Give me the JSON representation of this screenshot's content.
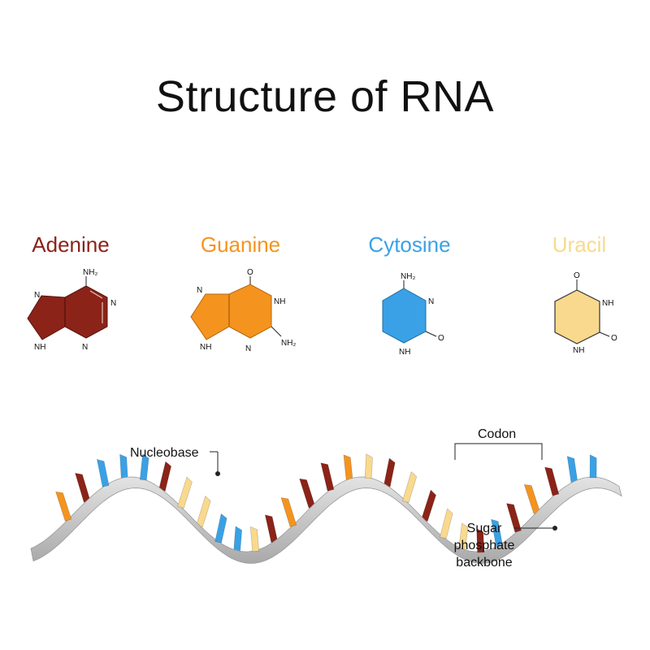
{
  "title": "Structure of RNA",
  "bases": [
    {
      "name": "Adenine",
      "color": "#8b2318",
      "labels": {
        "amino": "NH₂",
        "n1": "N",
        "n3": "N",
        "n7": "N",
        "n9": "NH"
      }
    },
    {
      "name": "Guanine",
      "color": "#f4941f",
      "labels": {
        "oxo": "O",
        "n1": "NH",
        "n3": "N",
        "amino": "NH₂",
        "n7": "N",
        "n9": "NH"
      }
    },
    {
      "name": "Cytosine",
      "color": "#3aa1e6",
      "labels": {
        "amino": "NH₂",
        "n3": "N",
        "n1": "NH",
        "oxo": "O"
      }
    },
    {
      "name": "Uracil",
      "color": "#f9d98d",
      "labels": {
        "oxo4": "O",
        "n3": "NH",
        "oxo2": "O",
        "n1": "NH"
      }
    }
  ],
  "strand": {
    "nucleobase_label": "Nucleobase",
    "codon_label": "Codon",
    "backbone_label_lines": [
      "Sugar",
      "phosphate",
      "backbone"
    ],
    "backbone_color": "#c9c9c9",
    "sequence": [
      "G",
      "A",
      "C",
      "C",
      "C",
      "A",
      "U",
      "U",
      "C",
      "C",
      "U",
      "A",
      "G",
      "A",
      "A",
      "G",
      "U",
      "A",
      "U",
      "A",
      "U",
      "U",
      "A",
      "C",
      "A",
      "G",
      "A",
      "C",
      "C"
    ]
  },
  "colors": {
    "A": "#8b2318",
    "G": "#f4941f",
    "C": "#3aa1e6",
    "U": "#f9d98d"
  }
}
